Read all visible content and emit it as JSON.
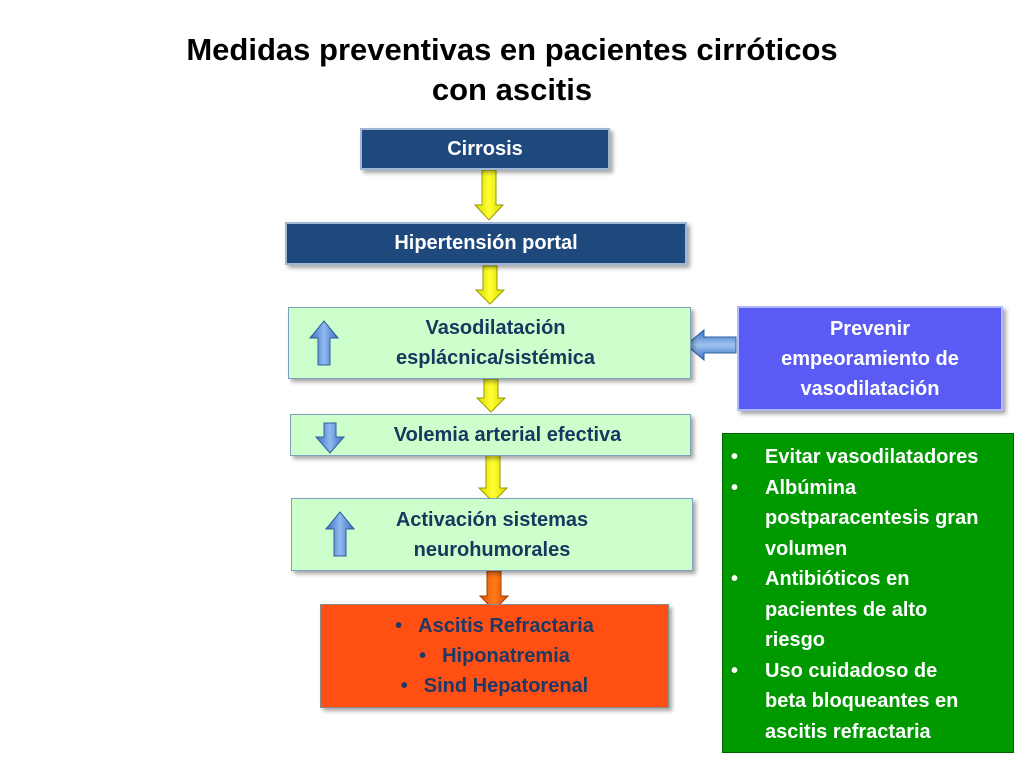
{
  "title": "Medidas preventivas en pacientes cirróticos con ascitis",
  "title_lines": [
    "Medidas preventivas en pacientes cirróticos",
    "con ascitis"
  ],
  "nodes": {
    "cirrosis": "Cirrosis",
    "hipertension": "Hipertensión portal",
    "vasodilatacion_lines": [
      "Vasodilatación",
      "esplácnica/sistémica"
    ],
    "volemia": "Volemia arterial efectiva",
    "activacion_lines": [
      "Activación sistemas",
      "neurohumorales"
    ],
    "outcomes": [
      "Ascitis Refractaria",
      "Hiponatremia",
      "Sind Hepatorenal"
    ],
    "prevenir_lines": [
      "Prevenir",
      "empeoramiento de",
      "vasodilatación"
    ],
    "measures": [
      [
        "Evitar vasodilatadores"
      ],
      [
        "Albúmina",
        "postparacentesis gran",
        "volumen"
      ],
      [
        "Antibióticos en",
        "pacientes de alto",
        "riesgo"
      ],
      [
        "Uso cuidadoso de",
        "beta bloqueantes en",
        "ascitis refractaria"
      ]
    ],
    "bullet": "•"
  },
  "colors": {
    "dark_box": "#1f497d",
    "green_box": "#ccffcc",
    "red_box": "#ff4f13",
    "prevent_box": "#5a5af5",
    "measures_box": "#009900",
    "yellow_arrow": "#ffff00",
    "orange_arrow": "#ff6600",
    "blue_arrow": "#5b8fd6"
  },
  "icons": [
    "arrow-up-icon",
    "arrow-down-icon",
    "arrow-left-icon"
  ]
}
